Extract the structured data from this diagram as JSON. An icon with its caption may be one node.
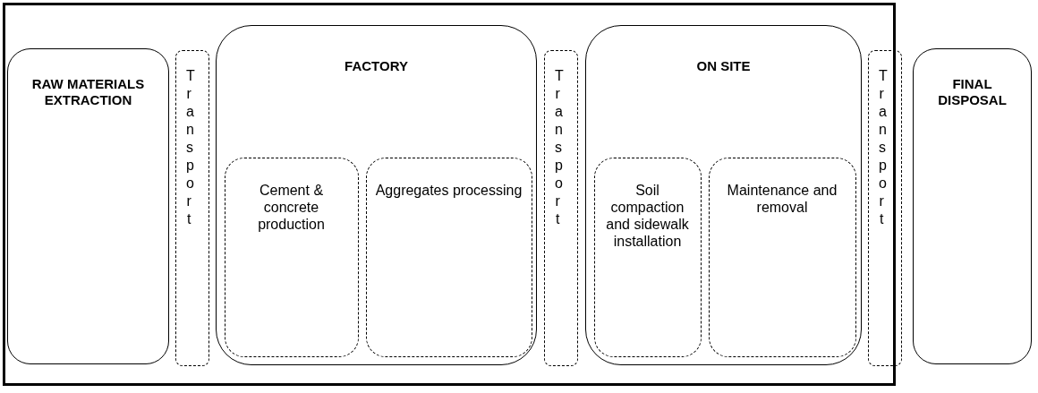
{
  "diagram": {
    "nodes": [
      {
        "text": [],
        "shape": "box"
      },
      {
        "text": [
          "RAW MATERIALS EXTRACTION"
        ],
        "in": 0
      },
      {
        "text": [
          "Transport"
        ],
        "in": 0
      },
      {
        "text": [
          "FACTORY"
        ],
        "in": 0
      },
      {
        "text": [
          "Cement & concrete production"
        ],
        "in": 3
      },
      {
        "text": [
          "Aggregates processing"
        ],
        "in": 3
      },
      {
        "text": [
          "Transport"
        ],
        "in": 0
      },
      {
        "text": [
          "ON SITE"
        ],
        "in": 0
      },
      {
        "text": [
          "Soil compaction and sidewalk installation"
        ],
        "in": 7
      },
      {
        "text": [
          "Maintenance and removal"
        ],
        "in": 7
      },
      {
        "text": [
          "Transport"
        ]
      },
      {
        "text": [
          "FINAL DISPOSAL"
        ]
      }
    ]
  }
}
